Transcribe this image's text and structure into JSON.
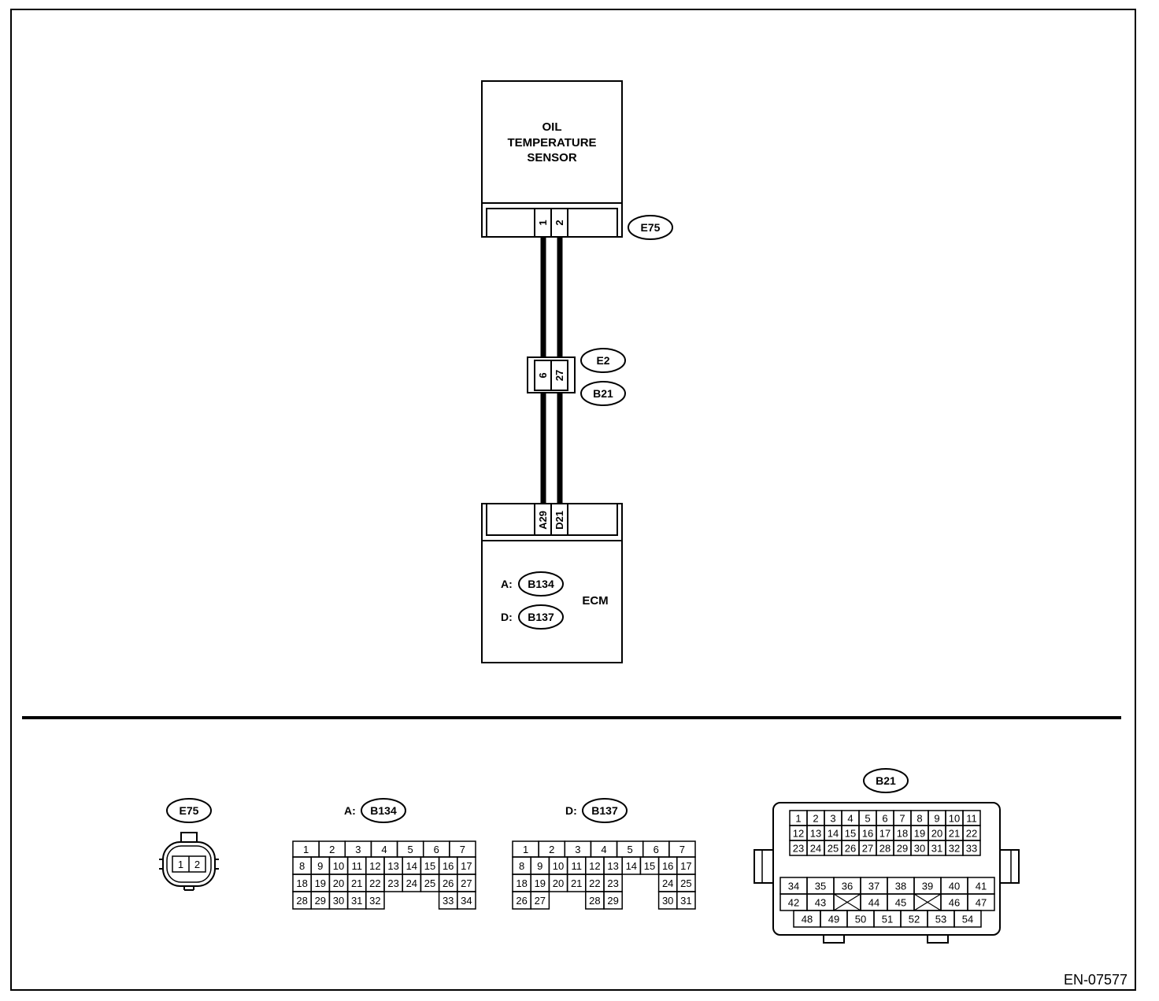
{
  "sensor": {
    "title_lines": [
      "OIL",
      "TEMPERATURE",
      "SENSOR"
    ],
    "connector": "E75",
    "pins": [
      "1",
      "2"
    ]
  },
  "joint": {
    "connectors": [
      "E2",
      "B21"
    ],
    "pins": [
      "6",
      "27"
    ]
  },
  "ecm": {
    "label": "ECM",
    "pins": [
      "A29",
      "D21"
    ],
    "connectors": [
      {
        "prefix": "A:",
        "id": "B134"
      },
      {
        "prefix": "D:",
        "id": "B137"
      }
    ]
  },
  "connector_views": {
    "e75": {
      "id": "E75",
      "pins": [
        "1",
        "2"
      ]
    },
    "b134": {
      "prefix": "A:",
      "id": "B134",
      "rows": [
        [
          "1",
          "2",
          "3",
          "4",
          "5",
          "6",
          "7"
        ],
        [
          "8",
          "9",
          "10",
          "11",
          "12",
          "13",
          "14",
          "15",
          "16",
          "17"
        ],
        [
          "18",
          "19",
          "20",
          "21",
          "22",
          "23",
          "24",
          "25",
          "26",
          "27"
        ],
        [
          "28",
          "29",
          "30",
          "31",
          "32",
          "33",
          "34"
        ]
      ]
    },
    "b137": {
      "prefix": "D:",
      "id": "B137",
      "rows": [
        [
          "1",
          "2",
          "3",
          "4",
          "5",
          "6",
          "7"
        ],
        [
          "8",
          "9",
          "10",
          "11",
          "12",
          "13",
          "14",
          "15",
          "16",
          "17"
        ],
        [
          "18",
          "19",
          "20",
          "21",
          "22",
          "23",
          "24",
          "25"
        ],
        [
          "26",
          "27",
          "28",
          "29",
          "30",
          "31"
        ]
      ]
    },
    "b21": {
      "id": "B21",
      "rows": [
        [
          "1",
          "2",
          "3",
          "4",
          "5",
          "6",
          "7",
          "8",
          "9",
          "10",
          "11"
        ],
        [
          "12",
          "13",
          "14",
          "15",
          "16",
          "17",
          "18",
          "19",
          "20",
          "21",
          "22"
        ],
        [
          "23",
          "24",
          "25",
          "26",
          "27",
          "28",
          "29",
          "30",
          "31",
          "32",
          "33"
        ],
        [
          "34",
          "35",
          "36",
          "37",
          "38",
          "39",
          "40",
          "41"
        ],
        [
          "42",
          "43",
          "44",
          "45",
          "46",
          "47"
        ],
        [
          "48",
          "49",
          "50",
          "51",
          "52",
          "53",
          "54"
        ]
      ]
    }
  },
  "figure_code": "EN-07577"
}
